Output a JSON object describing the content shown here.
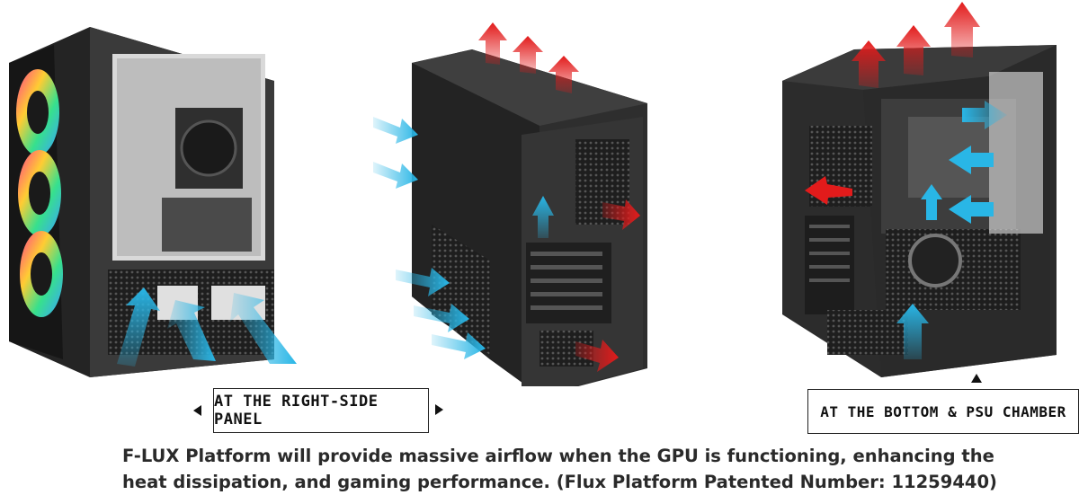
{
  "labels": {
    "right_side_panel": "AT THE RIGHT-SIDE PANEL",
    "bottom_psu": "AT THE BOTTOM & PSU CHAMBER"
  },
  "caption": {
    "line1": "F-LUX Platform will provide massive airflow when the GPU is functioning, enhancing the",
    "line2": "heat dissipation, and gaming performance. (Flux Platform Patented Number: 11259440)"
  },
  "colors": {
    "intake_arrow": "#29b6e6",
    "exhaust_arrow": "#e21b1b",
    "case_body": "#2b2b2b",
    "case_dark": "#151515",
    "text": "#2a2a2a"
  },
  "icons": {
    "left_pointer": "triangle-left-icon",
    "right_pointer": "triangle-right-icon",
    "up_pointer": "triangle-up-icon"
  }
}
